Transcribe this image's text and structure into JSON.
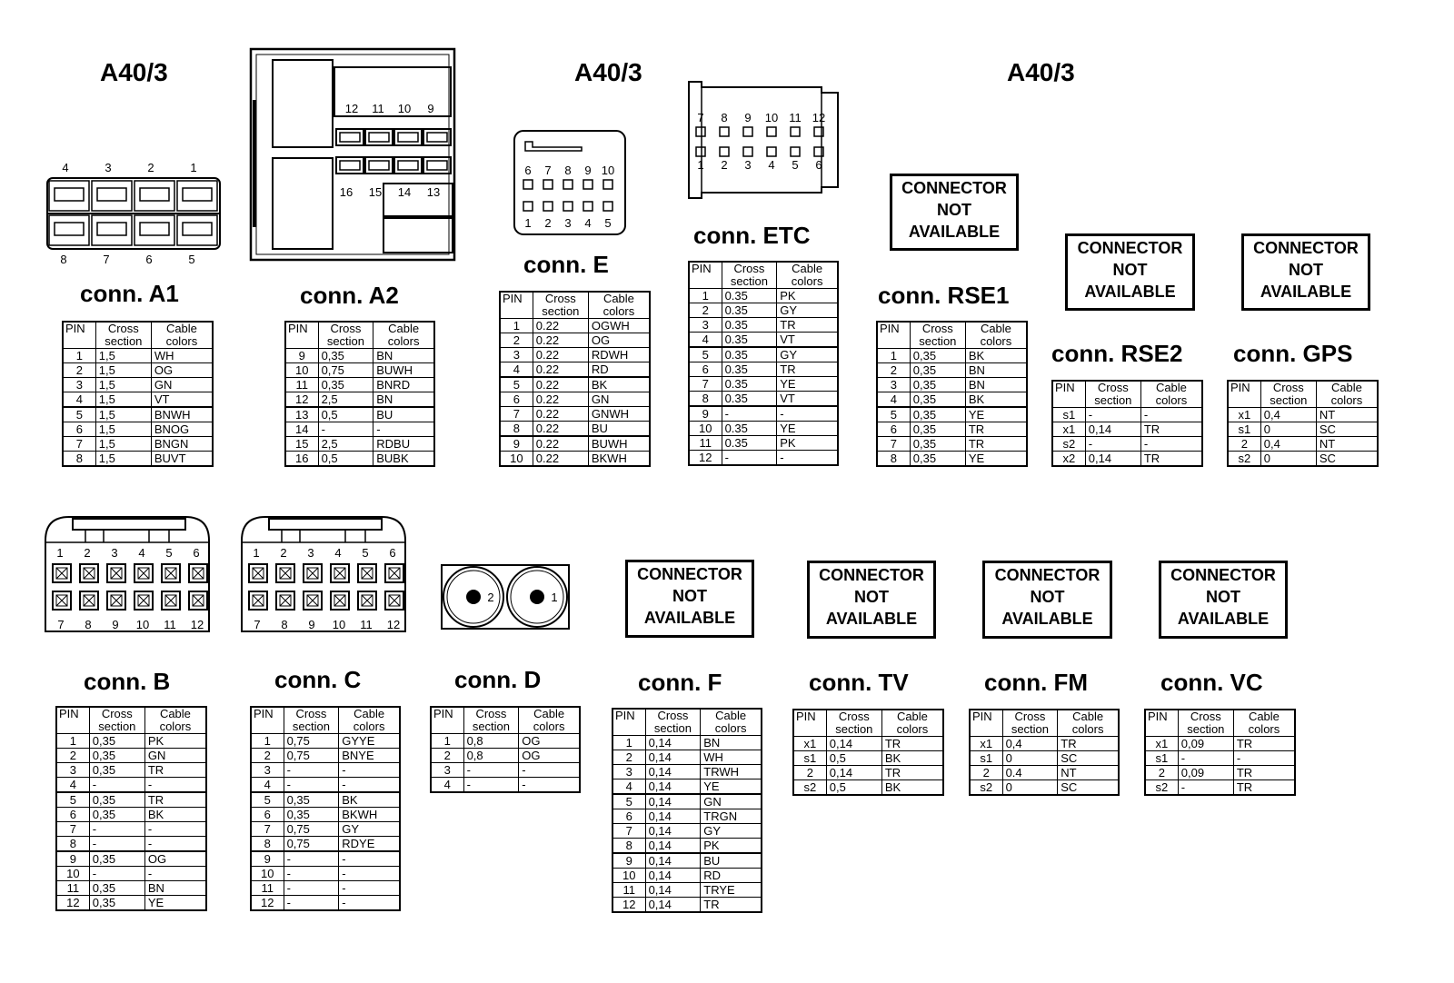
{
  "headings": {
    "h1": "A40/3",
    "h2": "A40/3",
    "h3": "A40/3"
  },
  "col_headers": {
    "pin": "PIN",
    "cross_1": "Cross",
    "cross_2": "section",
    "cable_1": "Cable",
    "cable_2": "colors"
  },
  "not_available": {
    "line1": "CONNECTOR",
    "line2": "NOT",
    "line3": "AVAILABLE"
  },
  "connectors": {
    "A1": {
      "title": "conn. A1",
      "rows": [
        [
          "1",
          "1,5",
          "WH"
        ],
        [
          "2",
          "1,5",
          "OG"
        ],
        [
          "3",
          "1,5",
          "GN"
        ],
        [
          "4",
          "1,5",
          "VT"
        ],
        [
          "5",
          "1,5",
          "BNWH"
        ],
        [
          "6",
          "1,5",
          "BNOG"
        ],
        [
          "7",
          "1,5",
          "BNGN"
        ],
        [
          "8",
          "1,5",
          "BUVT"
        ]
      ]
    },
    "A2": {
      "title": "conn. A2",
      "rows": [
        [
          "9",
          "0,35",
          "BN"
        ],
        [
          "10",
          "0,75",
          "BUWH"
        ],
        [
          "11",
          "0,35",
          "BNRD"
        ],
        [
          "12",
          "2,5",
          "BN"
        ],
        [
          "13",
          "0,5",
          "BU"
        ],
        [
          "14",
          "-",
          "-"
        ],
        [
          "15",
          "2,5",
          "RDBU"
        ],
        [
          "16",
          "0,5",
          "BUBK"
        ]
      ]
    },
    "E": {
      "title": "conn. E",
      "rows": [
        [
          "1",
          "0.22",
          "OGWH"
        ],
        [
          "2",
          "0.22",
          "OG"
        ],
        [
          "3",
          "0.22",
          "RDWH"
        ],
        [
          "4",
          "0.22",
          "RD"
        ],
        [
          "5",
          "0.22",
          "BK"
        ],
        [
          "6",
          "0.22",
          "GN"
        ],
        [
          "7",
          "0.22",
          "GNWH"
        ],
        [
          "8",
          "0.22",
          "BU"
        ],
        [
          "9",
          "0.22",
          "BUWH"
        ],
        [
          "10",
          "0.22",
          "BKWH"
        ]
      ]
    },
    "ETC": {
      "title": "conn. ETC",
      "rows": [
        [
          "1",
          "0.35",
          "PK"
        ],
        [
          "2",
          "0.35",
          "GY"
        ],
        [
          "3",
          "0.35",
          "TR"
        ],
        [
          "4",
          "0.35",
          "VT"
        ],
        [
          "5",
          "0.35",
          "GY"
        ],
        [
          "6",
          "0.35",
          "TR"
        ],
        [
          "7",
          "0.35",
          "YE"
        ],
        [
          "8",
          "0.35",
          "VT"
        ],
        [
          "9",
          "-",
          "-"
        ],
        [
          "10",
          "0.35",
          "YE"
        ],
        [
          "11",
          "0.35",
          "PK"
        ],
        [
          "12",
          "-",
          "-"
        ]
      ]
    },
    "RSE1": {
      "title": "conn. RSE1",
      "rows": [
        [
          "1",
          "0,35",
          "BK"
        ],
        [
          "2",
          "0,35",
          "BN"
        ],
        [
          "3",
          "0,35",
          "BN"
        ],
        [
          "4",
          "0,35",
          "BK"
        ],
        [
          "5",
          "0,35",
          "YE"
        ],
        [
          "6",
          "0,35",
          "TR"
        ],
        [
          "7",
          "0,35",
          "TR"
        ],
        [
          "8",
          "0,35",
          "YE"
        ]
      ]
    },
    "RSE2": {
      "title": "conn. RSE2",
      "rows": [
        [
          "s1",
          "-",
          "-"
        ],
        [
          "x1",
          "0,14",
          "TR"
        ],
        [
          "s2",
          "-",
          "-"
        ],
        [
          "x2",
          "0,14",
          "TR"
        ]
      ]
    },
    "GPS": {
      "title": "conn. GPS",
      "rows": [
        [
          "x1",
          "0,4",
          "NT"
        ],
        [
          "s1",
          "0",
          "SC"
        ],
        [
          "2",
          "0,4",
          "NT"
        ],
        [
          "s2",
          "0",
          "SC"
        ]
      ]
    },
    "B": {
      "title": "conn. B",
      "rows": [
        [
          "1",
          "0,35",
          "PK"
        ],
        [
          "2",
          "0,35",
          "GN"
        ],
        [
          "3",
          "0,35",
          "TR"
        ],
        [
          "4",
          "-",
          "-"
        ],
        [
          "5",
          "0,35",
          "TR"
        ],
        [
          "6",
          "0,35",
          "BK"
        ],
        [
          "7",
          "-",
          "-"
        ],
        [
          "8",
          "-",
          "-"
        ],
        [
          "9",
          "0,35",
          "OG"
        ],
        [
          "10",
          "-",
          "-"
        ],
        [
          "11",
          "0,35",
          "BN"
        ],
        [
          "12",
          "0,35",
          "YE"
        ]
      ]
    },
    "C": {
      "title": "conn. C",
      "rows": [
        [
          "1",
          "0,75",
          "GYYE"
        ],
        [
          "2",
          "0,75",
          "BNYE"
        ],
        [
          "3",
          "-",
          "-"
        ],
        [
          "4",
          "-",
          "-"
        ],
        [
          "5",
          "0,35",
          "BK"
        ],
        [
          "6",
          "0,35",
          "BKWH"
        ],
        [
          "7",
          "0,75",
          "GY"
        ],
        [
          "8",
          "0,75",
          "RDYE"
        ],
        [
          "9",
          "-",
          "-"
        ],
        [
          "10",
          "-",
          "-"
        ],
        [
          "11",
          "-",
          "-"
        ],
        [
          "12",
          "-",
          "-"
        ]
      ]
    },
    "D": {
      "title": "conn. D",
      "rows": [
        [
          "1",
          "0,8",
          "OG"
        ],
        [
          "2",
          "0,8",
          "OG"
        ],
        [
          "3",
          "-",
          "-"
        ],
        [
          "4",
          "-",
          "-"
        ]
      ]
    },
    "F": {
      "title": "conn. F",
      "rows": [
        [
          "1",
          "0,14",
          "BN"
        ],
        [
          "2",
          "0,14",
          "WH"
        ],
        [
          "3",
          "0,14",
          "TRWH"
        ],
        [
          "4",
          "0,14",
          "YE"
        ],
        [
          "5",
          "0,14",
          "GN"
        ],
        [
          "6",
          "0,14",
          "TRGN"
        ],
        [
          "7",
          "0,14",
          "GY"
        ],
        [
          "8",
          "0,14",
          "PK"
        ],
        [
          "9",
          "0,14",
          "BU"
        ],
        [
          "10",
          "0,14",
          "RD"
        ],
        [
          "11",
          "0,14",
          "TRYE"
        ],
        [
          "12",
          "0,14",
          "TR"
        ]
      ]
    },
    "TV": {
      "title": "conn. TV",
      "rows": [
        [
          "x1",
          "0,14",
          "TR"
        ],
        [
          "s1",
          "0,5",
          "BK"
        ],
        [
          "2",
          "0,14",
          "TR"
        ],
        [
          "s2",
          "0,5",
          "BK"
        ]
      ]
    },
    "FM": {
      "title": "conn. FM",
      "rows": [
        [
          "x1",
          "0,4",
          "TR"
        ],
        [
          "s1",
          "0",
          "SC"
        ],
        [
          "2",
          "0.4",
          "NT"
        ],
        [
          "s2",
          "0",
          "SC"
        ]
      ]
    },
    "VC": {
      "title": "conn. VC",
      "rows": [
        [
          "x1",
          "0,09",
          "TR"
        ],
        [
          "s1",
          "-",
          "-"
        ],
        [
          "2",
          "0,09",
          "TR"
        ],
        [
          "s2",
          "-",
          "TR"
        ]
      ]
    }
  },
  "pin_labels": {
    "a1_top": [
      "4",
      "3",
      "2",
      "1"
    ],
    "a1_bottom": [
      "8",
      "7",
      "6",
      "5"
    ],
    "a2_top": [
      "12",
      "11",
      "10",
      "9"
    ],
    "a2_mid": [
      "16",
      "15",
      "14",
      "13"
    ],
    "e_top": [
      "6",
      "7",
      "8",
      "9",
      "10"
    ],
    "e_bottom": [
      "1",
      "2",
      "3",
      "4",
      "5"
    ],
    "etc_top": [
      "7",
      "8",
      "9",
      "10",
      "11",
      "12"
    ],
    "etc_bottom": [
      "1",
      "2",
      "3",
      "4",
      "5",
      "6"
    ],
    "bc_top": [
      "1",
      "2",
      "3",
      "4",
      "5",
      "6"
    ],
    "bc_bottom": [
      "7",
      "8",
      "9",
      "10",
      "11",
      "12"
    ],
    "d_pins": [
      "2",
      "1"
    ]
  }
}
